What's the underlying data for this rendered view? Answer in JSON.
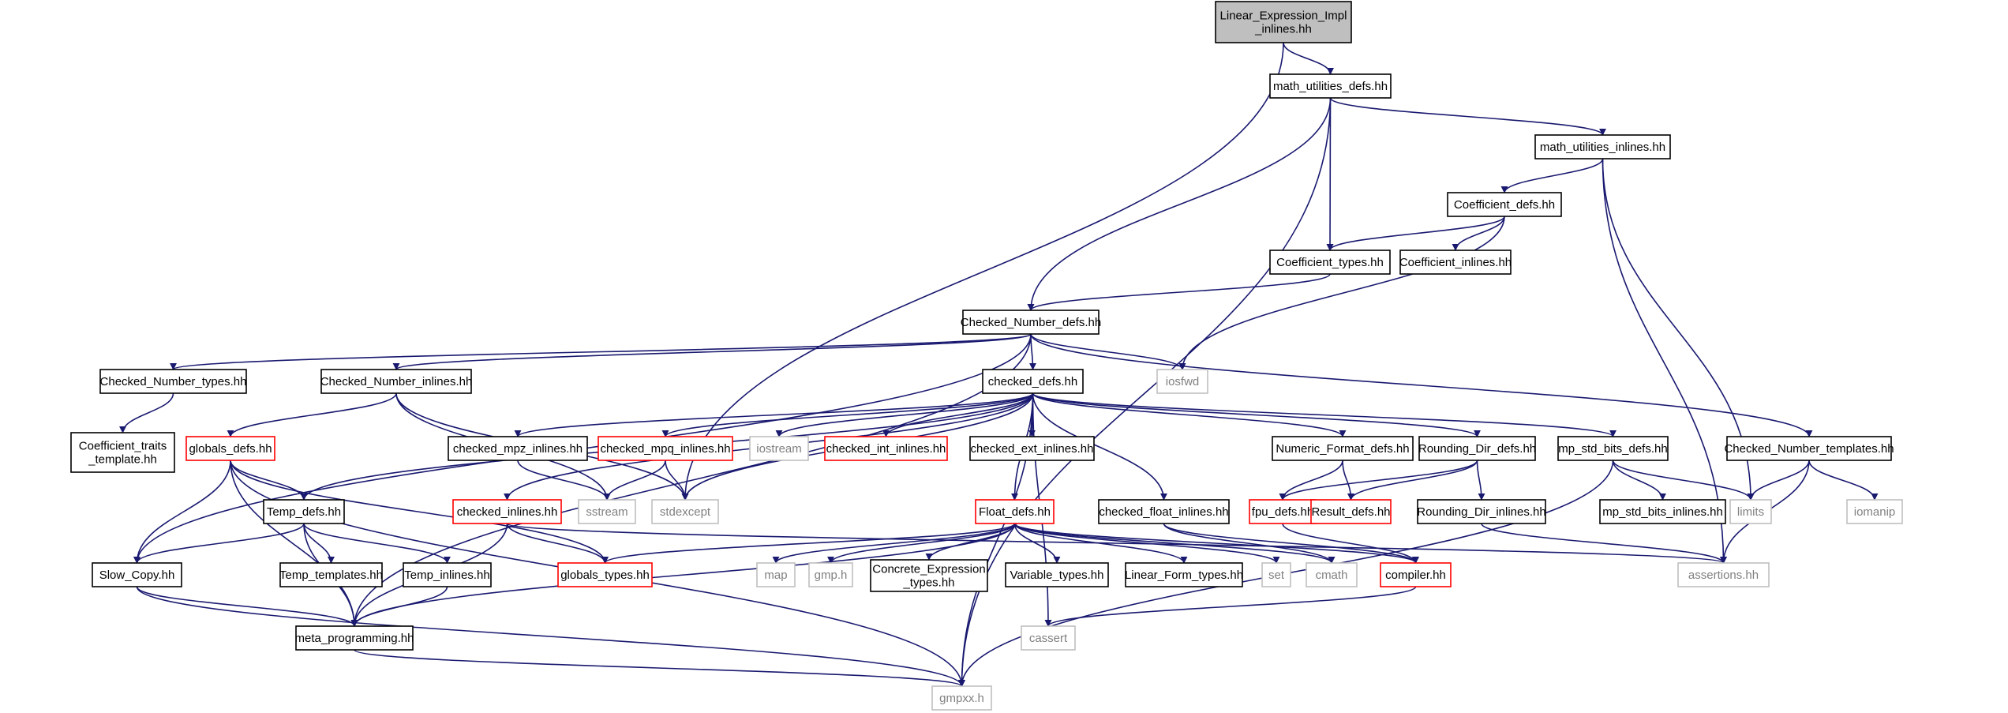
{
  "title": "",
  "colors": {
    "edge": "#191970",
    "border_normal": "#000000",
    "border_truncated": "#ff0000",
    "border_external": "#bfbfbf",
    "root_fill": "#bfbfbf",
    "text_normal": "#000000",
    "text_external": "#808080"
  },
  "nodes": [
    {
      "id": "root",
      "kind": "root",
      "lines": [
        "Linear_Expression_Impl",
        "_inlines.hh"
      ]
    },
    {
      "id": "math_utilities_defs",
      "kind": "normal",
      "lines": [
        "math_utilities_defs.hh"
      ]
    },
    {
      "id": "math_utilities_inlines",
      "kind": "normal",
      "lines": [
        "math_utilities_inlines.hh"
      ]
    },
    {
      "id": "Coefficient_defs",
      "kind": "normal",
      "lines": [
        "Coefficient_defs.hh"
      ]
    },
    {
      "id": "Coefficient_types",
      "kind": "normal",
      "lines": [
        "Coefficient_types.hh"
      ]
    },
    {
      "id": "Coefficient_inlines",
      "kind": "normal",
      "lines": [
        "Coefficient_inlines.hh"
      ]
    },
    {
      "id": "Checked_Number_defs",
      "kind": "normal",
      "lines": [
        "Checked_Number_defs.hh"
      ]
    },
    {
      "id": "iosfwd",
      "kind": "external",
      "lines": [
        "iosfwd"
      ]
    },
    {
      "id": "Checked_Number_types",
      "kind": "normal",
      "lines": [
        "Checked_Number_types.hh"
      ]
    },
    {
      "id": "Checked_Number_inlines",
      "kind": "normal",
      "lines": [
        "Checked_Number_inlines.hh"
      ]
    },
    {
      "id": "checked_defs",
      "kind": "normal",
      "lines": [
        "checked_defs.hh"
      ]
    },
    {
      "id": "Coefficient_traits_template",
      "kind": "normal",
      "lines": [
        "Coefficient_traits",
        "_template.hh"
      ]
    },
    {
      "id": "globals_defs",
      "kind": "truncated",
      "lines": [
        "globals_defs.hh"
      ]
    },
    {
      "id": "checked_mpz_inlines",
      "kind": "normal",
      "lines": [
        "checked_mpz_inlines.hh"
      ]
    },
    {
      "id": "checked_mpq_inlines",
      "kind": "truncated",
      "lines": [
        "checked_mpq_inlines.hh"
      ]
    },
    {
      "id": "iostream",
      "kind": "external",
      "lines": [
        "iostream"
      ]
    },
    {
      "id": "checked_int_inlines",
      "kind": "truncated",
      "lines": [
        "checked_int_inlines.hh"
      ]
    },
    {
      "id": "checked_ext_inlines",
      "kind": "normal",
      "lines": [
        "checked_ext_inlines.hh"
      ]
    },
    {
      "id": "Numeric_Format_defs",
      "kind": "normal",
      "lines": [
        "Numeric_Format_defs.hh"
      ]
    },
    {
      "id": "Rounding_Dir_defs",
      "kind": "normal",
      "lines": [
        "Rounding_Dir_defs.hh"
      ]
    },
    {
      "id": "mp_std_bits_defs",
      "kind": "normal",
      "lines": [
        "mp_std_bits_defs.hh"
      ]
    },
    {
      "id": "Checked_Number_templates",
      "kind": "normal",
      "lines": [
        "Checked_Number_templates.hh"
      ]
    },
    {
      "id": "Temp_defs",
      "kind": "normal",
      "lines": [
        "Temp_defs.hh"
      ]
    },
    {
      "id": "checked_inlines",
      "kind": "truncated",
      "lines": [
        "checked_inlines.hh"
      ]
    },
    {
      "id": "sstream",
      "kind": "external",
      "lines": [
        "sstream"
      ]
    },
    {
      "id": "stdexcept",
      "kind": "external",
      "lines": [
        "stdexcept"
      ]
    },
    {
      "id": "Float_defs",
      "kind": "truncated",
      "lines": [
        "Float_defs.hh"
      ]
    },
    {
      "id": "checked_float_inlines",
      "kind": "normal",
      "lines": [
        "checked_float_inlines.hh"
      ]
    },
    {
      "id": "fpu_defs",
      "kind": "truncated",
      "lines": [
        "fpu_defs.hh"
      ]
    },
    {
      "id": "Result_defs",
      "kind": "truncated",
      "lines": [
        "Result_defs.hh"
      ]
    },
    {
      "id": "Rounding_Dir_inlines",
      "kind": "normal",
      "lines": [
        "Rounding_Dir_inlines.hh"
      ]
    },
    {
      "id": "mp_std_bits_inlines",
      "kind": "normal",
      "lines": [
        "mp_std_bits_inlines.hh"
      ]
    },
    {
      "id": "limits",
      "kind": "external",
      "lines": [
        "limits"
      ]
    },
    {
      "id": "iomanip",
      "kind": "external",
      "lines": [
        "iomanip"
      ]
    },
    {
      "id": "Slow_Copy",
      "kind": "normal",
      "lines": [
        "Slow_Copy.hh"
      ]
    },
    {
      "id": "Temp_templates",
      "kind": "normal",
      "lines": [
        "Temp_templates.hh"
      ]
    },
    {
      "id": "Temp_inlines",
      "kind": "normal",
      "lines": [
        "Temp_inlines.hh"
      ]
    },
    {
      "id": "globals_types",
      "kind": "truncated",
      "lines": [
        "globals_types.hh"
      ]
    },
    {
      "id": "map",
      "kind": "external",
      "lines": [
        "map"
      ]
    },
    {
      "id": "gmp_h",
      "kind": "external",
      "lines": [
        "gmp.h"
      ]
    },
    {
      "id": "Concrete_Expression_types",
      "kind": "normal",
      "lines": [
        "Concrete_Expression",
        "_types.hh"
      ]
    },
    {
      "id": "Variable_types",
      "kind": "normal",
      "lines": [
        "Variable_types.hh"
      ]
    },
    {
      "id": "Linear_Form_types",
      "kind": "normal",
      "lines": [
        "Linear_Form_types.hh"
      ]
    },
    {
      "id": "set",
      "kind": "external",
      "lines": [
        "set"
      ]
    },
    {
      "id": "cmath",
      "kind": "external",
      "lines": [
        "cmath"
      ]
    },
    {
      "id": "compiler",
      "kind": "truncated",
      "lines": [
        "compiler.hh"
      ]
    },
    {
      "id": "assertions",
      "kind": "external",
      "lines": [
        "assertions.hh"
      ]
    },
    {
      "id": "meta_programming",
      "kind": "normal",
      "lines": [
        "meta_programming.hh"
      ]
    },
    {
      "id": "cassert",
      "kind": "external",
      "lines": [
        "cassert"
      ]
    },
    {
      "id": "gmpxx",
      "kind": "external",
      "lines": [
        "gmpxx.h"
      ]
    }
  ],
  "edges": [
    [
      "root",
      "math_utilities_defs"
    ],
    [
      "root",
      "stdexcept"
    ],
    [
      "math_utilities_defs",
      "math_utilities_inlines"
    ],
    [
      "math_utilities_defs",
      "Coefficient_types"
    ],
    [
      "math_utilities_defs",
      "Checked_Number_defs"
    ],
    [
      "math_utilities_defs",
      "gmpxx"
    ],
    [
      "math_utilities_inlines",
      "Coefficient_defs"
    ],
    [
      "math_utilities_inlines",
      "limits"
    ],
    [
      "math_utilities_inlines",
      "assertions"
    ],
    [
      "Coefficient_defs",
      "Coefficient_types"
    ],
    [
      "Coefficient_defs",
      "Coefficient_inlines"
    ],
    [
      "Coefficient_defs",
      "iosfwd"
    ],
    [
      "Coefficient_types",
      "Checked_Number_defs"
    ],
    [
      "Checked_Number_defs",
      "Checked_Number_types"
    ],
    [
      "Checked_Number_defs",
      "Checked_Number_inlines"
    ],
    [
      "Checked_Number_defs",
      "checked_defs"
    ],
    [
      "Checked_Number_defs",
      "iosfwd"
    ],
    [
      "Checked_Number_defs",
      "Checked_Number_templates"
    ],
    [
      "Checked_Number_defs",
      "Slow_Copy"
    ],
    [
      "Checked_Number_defs",
      "meta_programming"
    ],
    [
      "Checked_Number_types",
      "Coefficient_traits_template"
    ],
    [
      "Checked_Number_inlines",
      "globals_defs"
    ],
    [
      "Checked_Number_inlines",
      "sstream"
    ],
    [
      "Checked_Number_inlines",
      "stdexcept"
    ],
    [
      "checked_defs",
      "checked_mpz_inlines"
    ],
    [
      "checked_defs",
      "checked_mpq_inlines"
    ],
    [
      "checked_defs",
      "iostream"
    ],
    [
      "checked_defs",
      "checked_int_inlines"
    ],
    [
      "checked_defs",
      "checked_ext_inlines"
    ],
    [
      "checked_defs",
      "Numeric_Format_defs"
    ],
    [
      "checked_defs",
      "Rounding_Dir_defs"
    ],
    [
      "checked_defs",
      "mp_std_bits_defs"
    ],
    [
      "checked_defs",
      "Temp_defs"
    ],
    [
      "checked_defs",
      "checked_inlines"
    ],
    [
      "checked_defs",
      "stdexcept"
    ],
    [
      "checked_defs",
      "Float_defs"
    ],
    [
      "checked_defs",
      "checked_float_inlines"
    ],
    [
      "checked_defs",
      "cassert"
    ],
    [
      "checked_defs",
      "gmpxx"
    ],
    [
      "globals_defs",
      "Temp_defs"
    ],
    [
      "globals_defs",
      "Slow_Copy"
    ],
    [
      "globals_defs",
      "globals_types"
    ],
    [
      "globals_defs",
      "meta_programming"
    ],
    [
      "globals_defs",
      "gmpxx"
    ],
    [
      "checked_mpz_inlines",
      "sstream"
    ],
    [
      "checked_mpq_inlines",
      "sstream"
    ],
    [
      "checked_mpq_inlines",
      "stdexcept"
    ],
    [
      "Numeric_Format_defs",
      "fpu_defs"
    ],
    [
      "Numeric_Format_defs",
      "Result_defs"
    ],
    [
      "Rounding_Dir_defs",
      "Result_defs"
    ],
    [
      "Rounding_Dir_defs",
      "fpu_defs"
    ],
    [
      "Rounding_Dir_defs",
      "Rounding_Dir_inlines"
    ],
    [
      "mp_std_bits_defs",
      "mp_std_bits_inlines"
    ],
    [
      "mp_std_bits_defs",
      "limits"
    ],
    [
      "mp_std_bits_defs",
      "gmpxx"
    ],
    [
      "Checked_Number_templates",
      "limits"
    ],
    [
      "Checked_Number_templates",
      "iomanip"
    ],
    [
      "Checked_Number_templates",
      "assertions"
    ],
    [
      "Temp_defs",
      "Slow_Copy"
    ],
    [
      "Temp_defs",
      "Temp_templates"
    ],
    [
      "Temp_defs",
      "Temp_inlines"
    ],
    [
      "Temp_defs",
      "meta_programming"
    ],
    [
      "checked_inlines",
      "globals_types"
    ],
    [
      "checked_inlines",
      "meta_programming"
    ],
    [
      "checked_inlines",
      "assertions"
    ],
    [
      "Float_defs",
      "globals_types"
    ],
    [
      "Float_defs",
      "map"
    ],
    [
      "Float_defs",
      "gmp_h"
    ],
    [
      "Float_defs",
      "Concrete_Expression_types"
    ],
    [
      "Float_defs",
      "Variable_types"
    ],
    [
      "Float_defs",
      "Linear_Form_types"
    ],
    [
      "Float_defs",
      "set"
    ],
    [
      "Float_defs",
      "cmath"
    ],
    [
      "Float_defs",
      "compiler"
    ],
    [
      "Float_defs",
      "meta_programming"
    ],
    [
      "checked_float_inlines",
      "cmath"
    ],
    [
      "checked_float_inlines",
      "compiler"
    ],
    [
      "fpu_defs",
      "compiler"
    ],
    [
      "Rounding_Dir_inlines",
      "assertions"
    ],
    [
      "compiler",
      "cassert"
    ],
    [
      "Slow_Copy",
      "meta_programming"
    ],
    [
      "Slow_Copy",
      "gmpxx"
    ],
    [
      "Temp_inlines",
      "meta_programming"
    ],
    [
      "meta_programming",
      "gmpxx"
    ]
  ]
}
